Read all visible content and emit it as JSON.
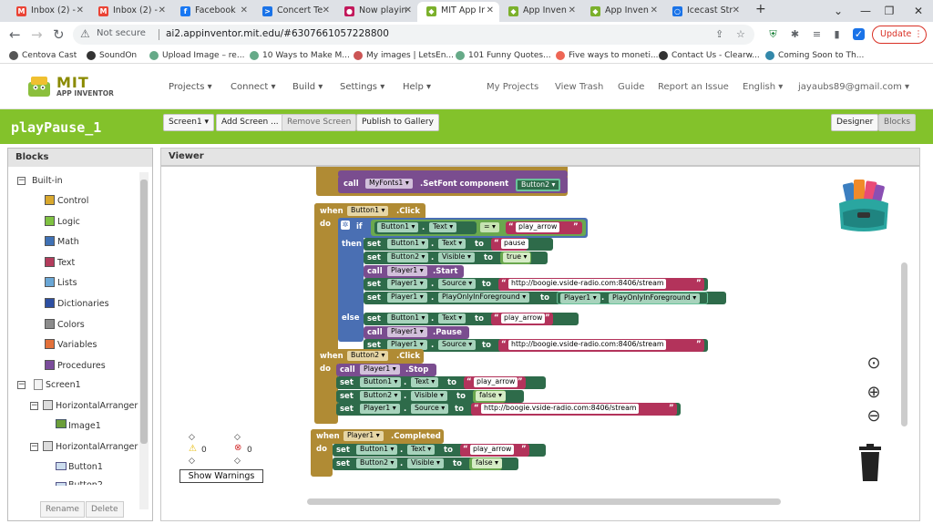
{
  "browser": {
    "tabs": [
      {
        "label": "Inbox (2) -",
        "fav": "M",
        "color": "#ea4335"
      },
      {
        "label": "Inbox (2) -",
        "fav": "M",
        "color": "#ea4335"
      },
      {
        "label": "Facebook",
        "fav": "f",
        "color": "#1877f2"
      },
      {
        "label": "Concert Te",
        "fav": ">",
        "color": "#1a73e8"
      },
      {
        "label": "Now playin",
        "fav": "●",
        "color": "#c2185b"
      },
      {
        "label": "MIT App Ir",
        "fav": "◆",
        "color": "#7bb02b"
      },
      {
        "label": "App Inven",
        "fav": "◆",
        "color": "#7bb02b"
      },
      {
        "label": "App Inven",
        "fav": "◆",
        "color": "#7bb02b"
      },
      {
        "label": "Icecast Str",
        "fav": "○",
        "color": "#1a73e8"
      }
    ],
    "new_tab": "+",
    "not_secure": "Not secure",
    "url": "ai2.appinventor.mit.edu/#6307661057228800",
    "update_label": "Update",
    "bookmarks": [
      {
        "label": "Centova Cast",
        "color": "#555"
      },
      {
        "label": "SoundOn",
        "color": "#333"
      },
      {
        "label": "Upload Image – re...",
        "color": "#6a8"
      },
      {
        "label": "10 Ways to Make M...",
        "color": "#6a8"
      },
      {
        "label": "My images | LetsEn...",
        "color": "#c55"
      },
      {
        "label": "101 Funny Quotes...",
        "color": "#6a8"
      },
      {
        "label": "Five ways to moneti...",
        "color": "#e65"
      },
      {
        "label": "Contact Us - Clearw...",
        "color": "#333"
      },
      {
        "label": "Coming Soon to Th...",
        "color": "#38a"
      }
    ]
  },
  "app": {
    "logo_mit": "MIT",
    "logo_sub": "APP INVENTOR",
    "menus": [
      "Projects ▾",
      "Connect ▾",
      "Build ▾",
      "Settings ▾",
      "Help ▾"
    ],
    "right_menus": [
      "My Projects",
      "View Trash",
      "Guide",
      "Report an Issue",
      "English ▾",
      "jayaubs89@gmail.com ▾"
    ],
    "project_name": "playPause_1",
    "screen_btn": "Screen1 ▾",
    "add_screen": "Add Screen ...",
    "remove_screen": "Remove Screen",
    "publish": "Publish to Gallery",
    "designer": "Designer",
    "blocks_btn": "Blocks"
  },
  "blocks_panel": {
    "title": "Blocks",
    "builtin": "Built-in",
    "items": [
      {
        "label": "Control",
        "color": "#d9a82d"
      },
      {
        "label": "Logic",
        "color": "#7fc242"
      },
      {
        "label": "Math",
        "color": "#3f71b5"
      },
      {
        "label": "Text",
        "color": "#b33c5c"
      },
      {
        "label": "Lists",
        "color": "#6aa7d6"
      },
      {
        "label": "Dictionaries",
        "color": "#2d4fa2"
      },
      {
        "label": "Colors",
        "color": "#8c8c8c"
      },
      {
        "label": "Variables",
        "color": "#e2703a"
      },
      {
        "label": "Procedures",
        "color": "#7b4c9b"
      }
    ],
    "screen": "Screen1",
    "arranger1": "HorizontalArranger",
    "image1": "Image1",
    "arranger2": "HorizontalArranger",
    "button1": "Button1",
    "button2": "Button2",
    "rename": "Rename",
    "delete": "Delete"
  },
  "viewer": {
    "title": "Viewer",
    "warn_count": "0",
    "error_count": "0",
    "show_warnings": "Show Warnings",
    "colors": {
      "event": "#b08b34",
      "set": "#2e6b4a",
      "call": "#7a4d8f",
      "text": "#b3335b",
      "logic": "#6aa84f",
      "if": "#4a6fb3"
    },
    "blocks": {
      "call": "call",
      "setfont_comp": "MyFonts1 ▾",
      "setfont_method": ".SetFont  component",
      "setfont_arg": "Button2 ▾",
      "when": "when",
      "do": "do",
      "if": "if",
      "then": "then",
      "else": "else",
      "set": "set",
      "to": "to",
      "btn1": "Button1 ▾",
      "btn2": "Button2 ▾",
      "player1": "Player1 ▾",
      "click": ".Click",
      "completed": ".Completed",
      "text_prop": "Text ▾",
      "visible_prop": "Visible ▾",
      "source_prop": "Source ▾",
      "pif_prop": "PlayOnlyInForeground ▾",
      "pif_get": "PlayOnlyInForeground ▾",
      "eq": "= ▾",
      "play_arrow": "play_arrow",
      "pause": "pause",
      "true": "true ▾",
      "false": "false ▾",
      "start": ".Start",
      "pause_m": ".Pause",
      "stop": ".Stop",
      "url": "http://boogie.vside-radio.com:8406/stream",
      "dot": "."
    }
  }
}
